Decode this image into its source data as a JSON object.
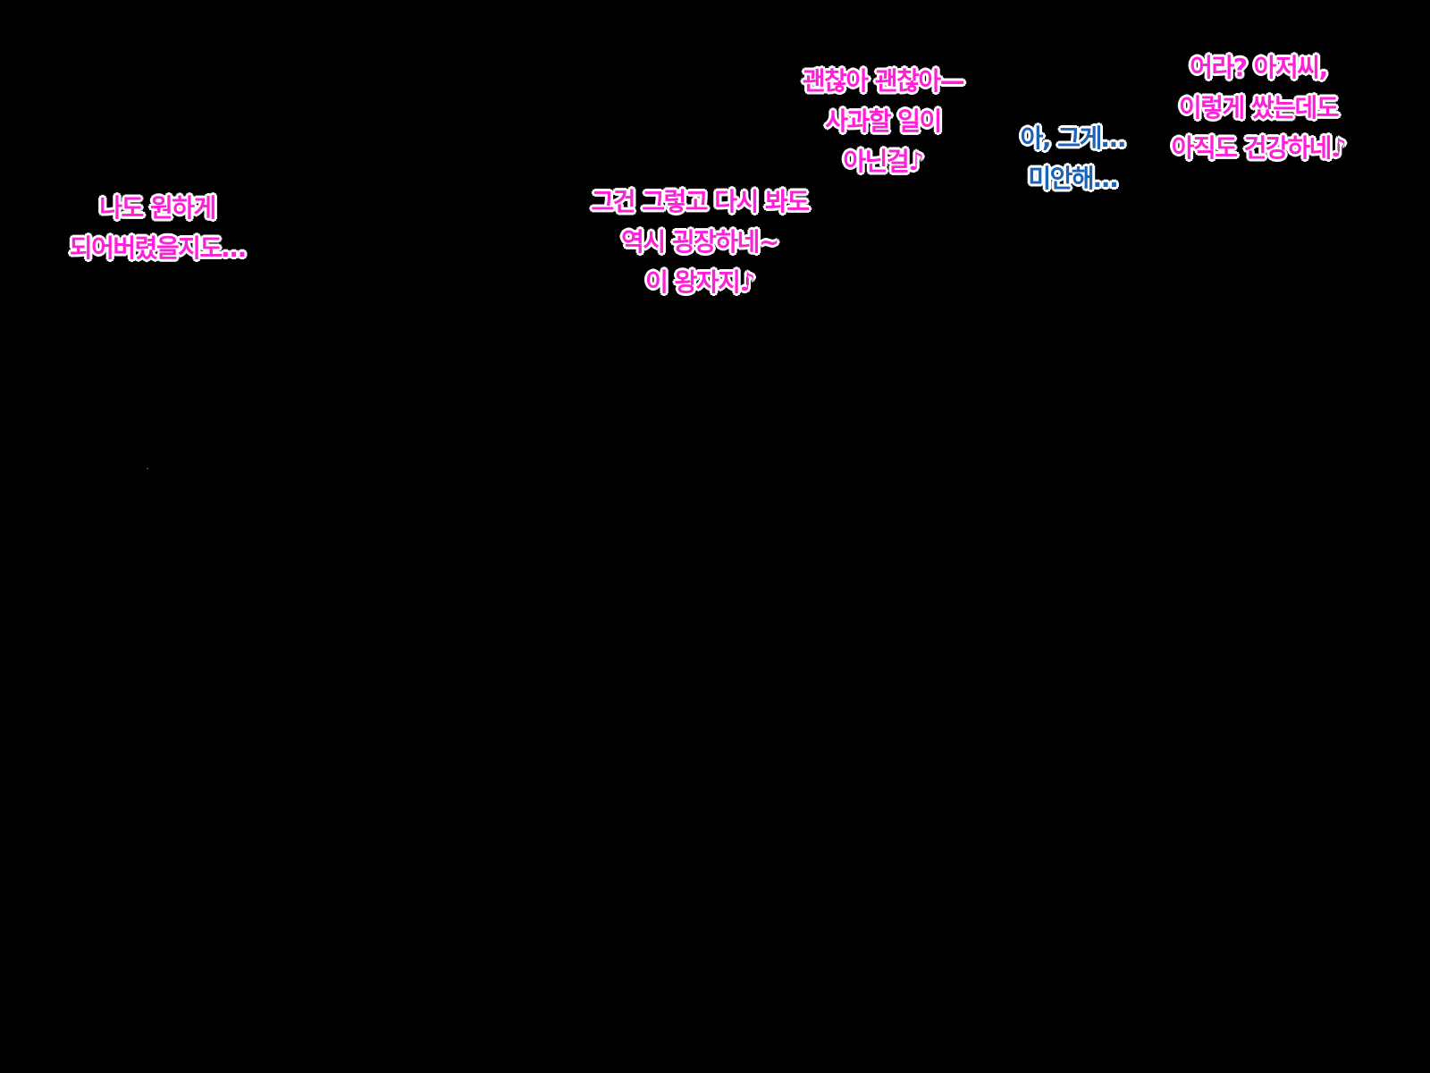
{
  "colors": {
    "background": "#000000",
    "speaker_pink": "#ff1fd8",
    "speaker_blue": "#1a63b8",
    "outline": "#ffffff"
  },
  "dialogue": [
    {
      "speaker_color": "pink",
      "lines": [
        "나도 원하게",
        "되어버렸을지도…"
      ]
    },
    {
      "speaker_color": "pink",
      "lines": [
        "그건 그렇고 다시 봐도",
        "역시 굉장하네~",
        "이 왕자지♪"
      ]
    },
    {
      "speaker_color": "pink",
      "lines": [
        "괜찮아 괜찮아—",
        "사과할 일이",
        "아닌걸♪"
      ]
    },
    {
      "speaker_color": "blue",
      "lines": [
        "아, 그게…",
        "미안해…"
      ]
    },
    {
      "speaker_color": "pink",
      "lines": [
        "어라? 아저씨,",
        "이렇게 쌌는데도",
        "아직도 건강하네♪"
      ]
    }
  ]
}
